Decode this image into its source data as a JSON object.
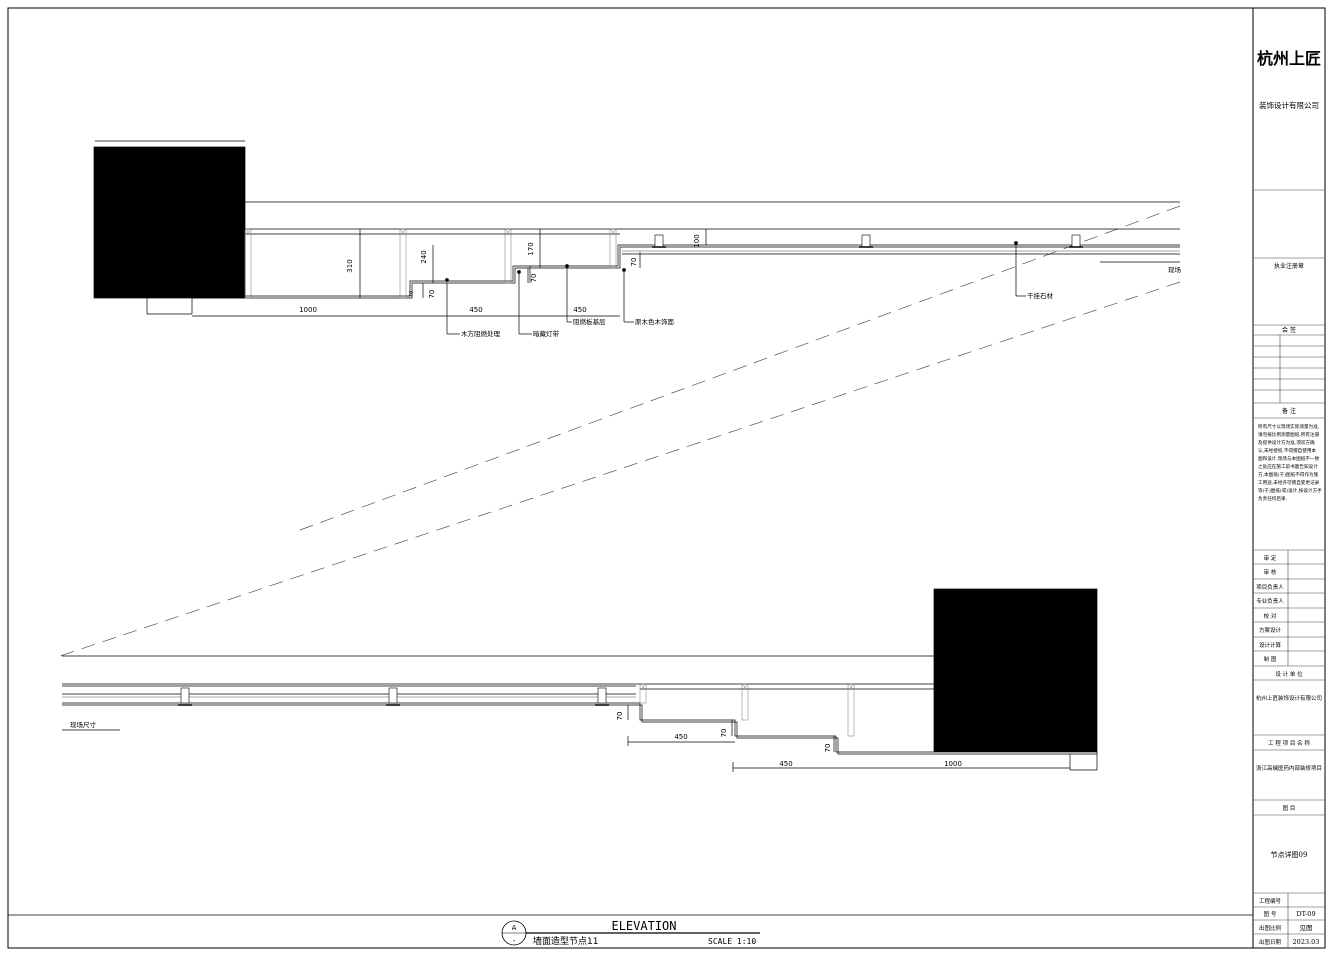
{
  "title_block": {
    "company_name": "杭州上匠",
    "company_sub": "装饰设计有限公司",
    "stamp_label": "执业注册章",
    "countersign_label": "会 签",
    "remarks_label": "备 注",
    "remarks_lines": [
      "所有尺寸以现场实际测量为准,",
      "请勿按比例测量图纸,所有注册",
      "及提供设计方为准,须双方确",
      "认,未经授权,不得擅自使用本",
      "图和设计,现场与本图纸不一致",
      "之处应在施工前书面告知设计",
      "方,本图纸(于)图纸不得作为施",
      "工用途,未经许可擅自变更记录",
      "等(于)图纸(或)设计,按设计方手",
      "负责任何后果."
    ],
    "approval_rows": [
      "审 定",
      "审 核",
      "项目负责人",
      "专业负责人",
      "校 对",
      "方案设计",
      "设计计算",
      "制 图"
    ],
    "design_unit_label": "设 计 单 位",
    "design_unit": "杭州上匠装饰设计有限公司",
    "project_name_label": "工 程 项 目 名 称",
    "project_name": "浙江高斓医药内部装修项目",
    "drawing_title_label": "图 目",
    "drawing_title": "节点详图09",
    "bottom_rows": [
      {
        "label": "工程编号",
        "value": ""
      },
      {
        "label": "图 号",
        "value": "DT-09"
      },
      {
        "label": "出图比例",
        "value": "见图"
      },
      {
        "label": "出图日期",
        "value": "2023.03"
      }
    ]
  },
  "caption": {
    "circle_top": "A",
    "circle_bottom": "-",
    "heading": "ELEVATION",
    "name": "墙面造型节点11",
    "scale": "SCALE 1:10"
  },
  "upper_detail": {
    "dims": {
      "d1000": "1000",
      "d450a": "450",
      "d450b": "450",
      "d310": "310",
      "d240": "240",
      "d170": "170",
      "d100": "100",
      "d70a": "70",
      "d70b": "70",
      "d70c": "70",
      "d70d": "70"
    },
    "callouts": [
      "木方阻燃处理",
      "暗藏灯带",
      "阻燃板基层",
      "原木色木饰面",
      "干挂石材"
    ],
    "site_label": "现场"
  },
  "lower_detail": {
    "dims": {
      "d450a": "450",
      "d450b": "450",
      "d1000": "1000",
      "d70a": "70",
      "d70b": "70",
      "d70c": "70"
    },
    "site_label": "现场尺寸"
  }
}
